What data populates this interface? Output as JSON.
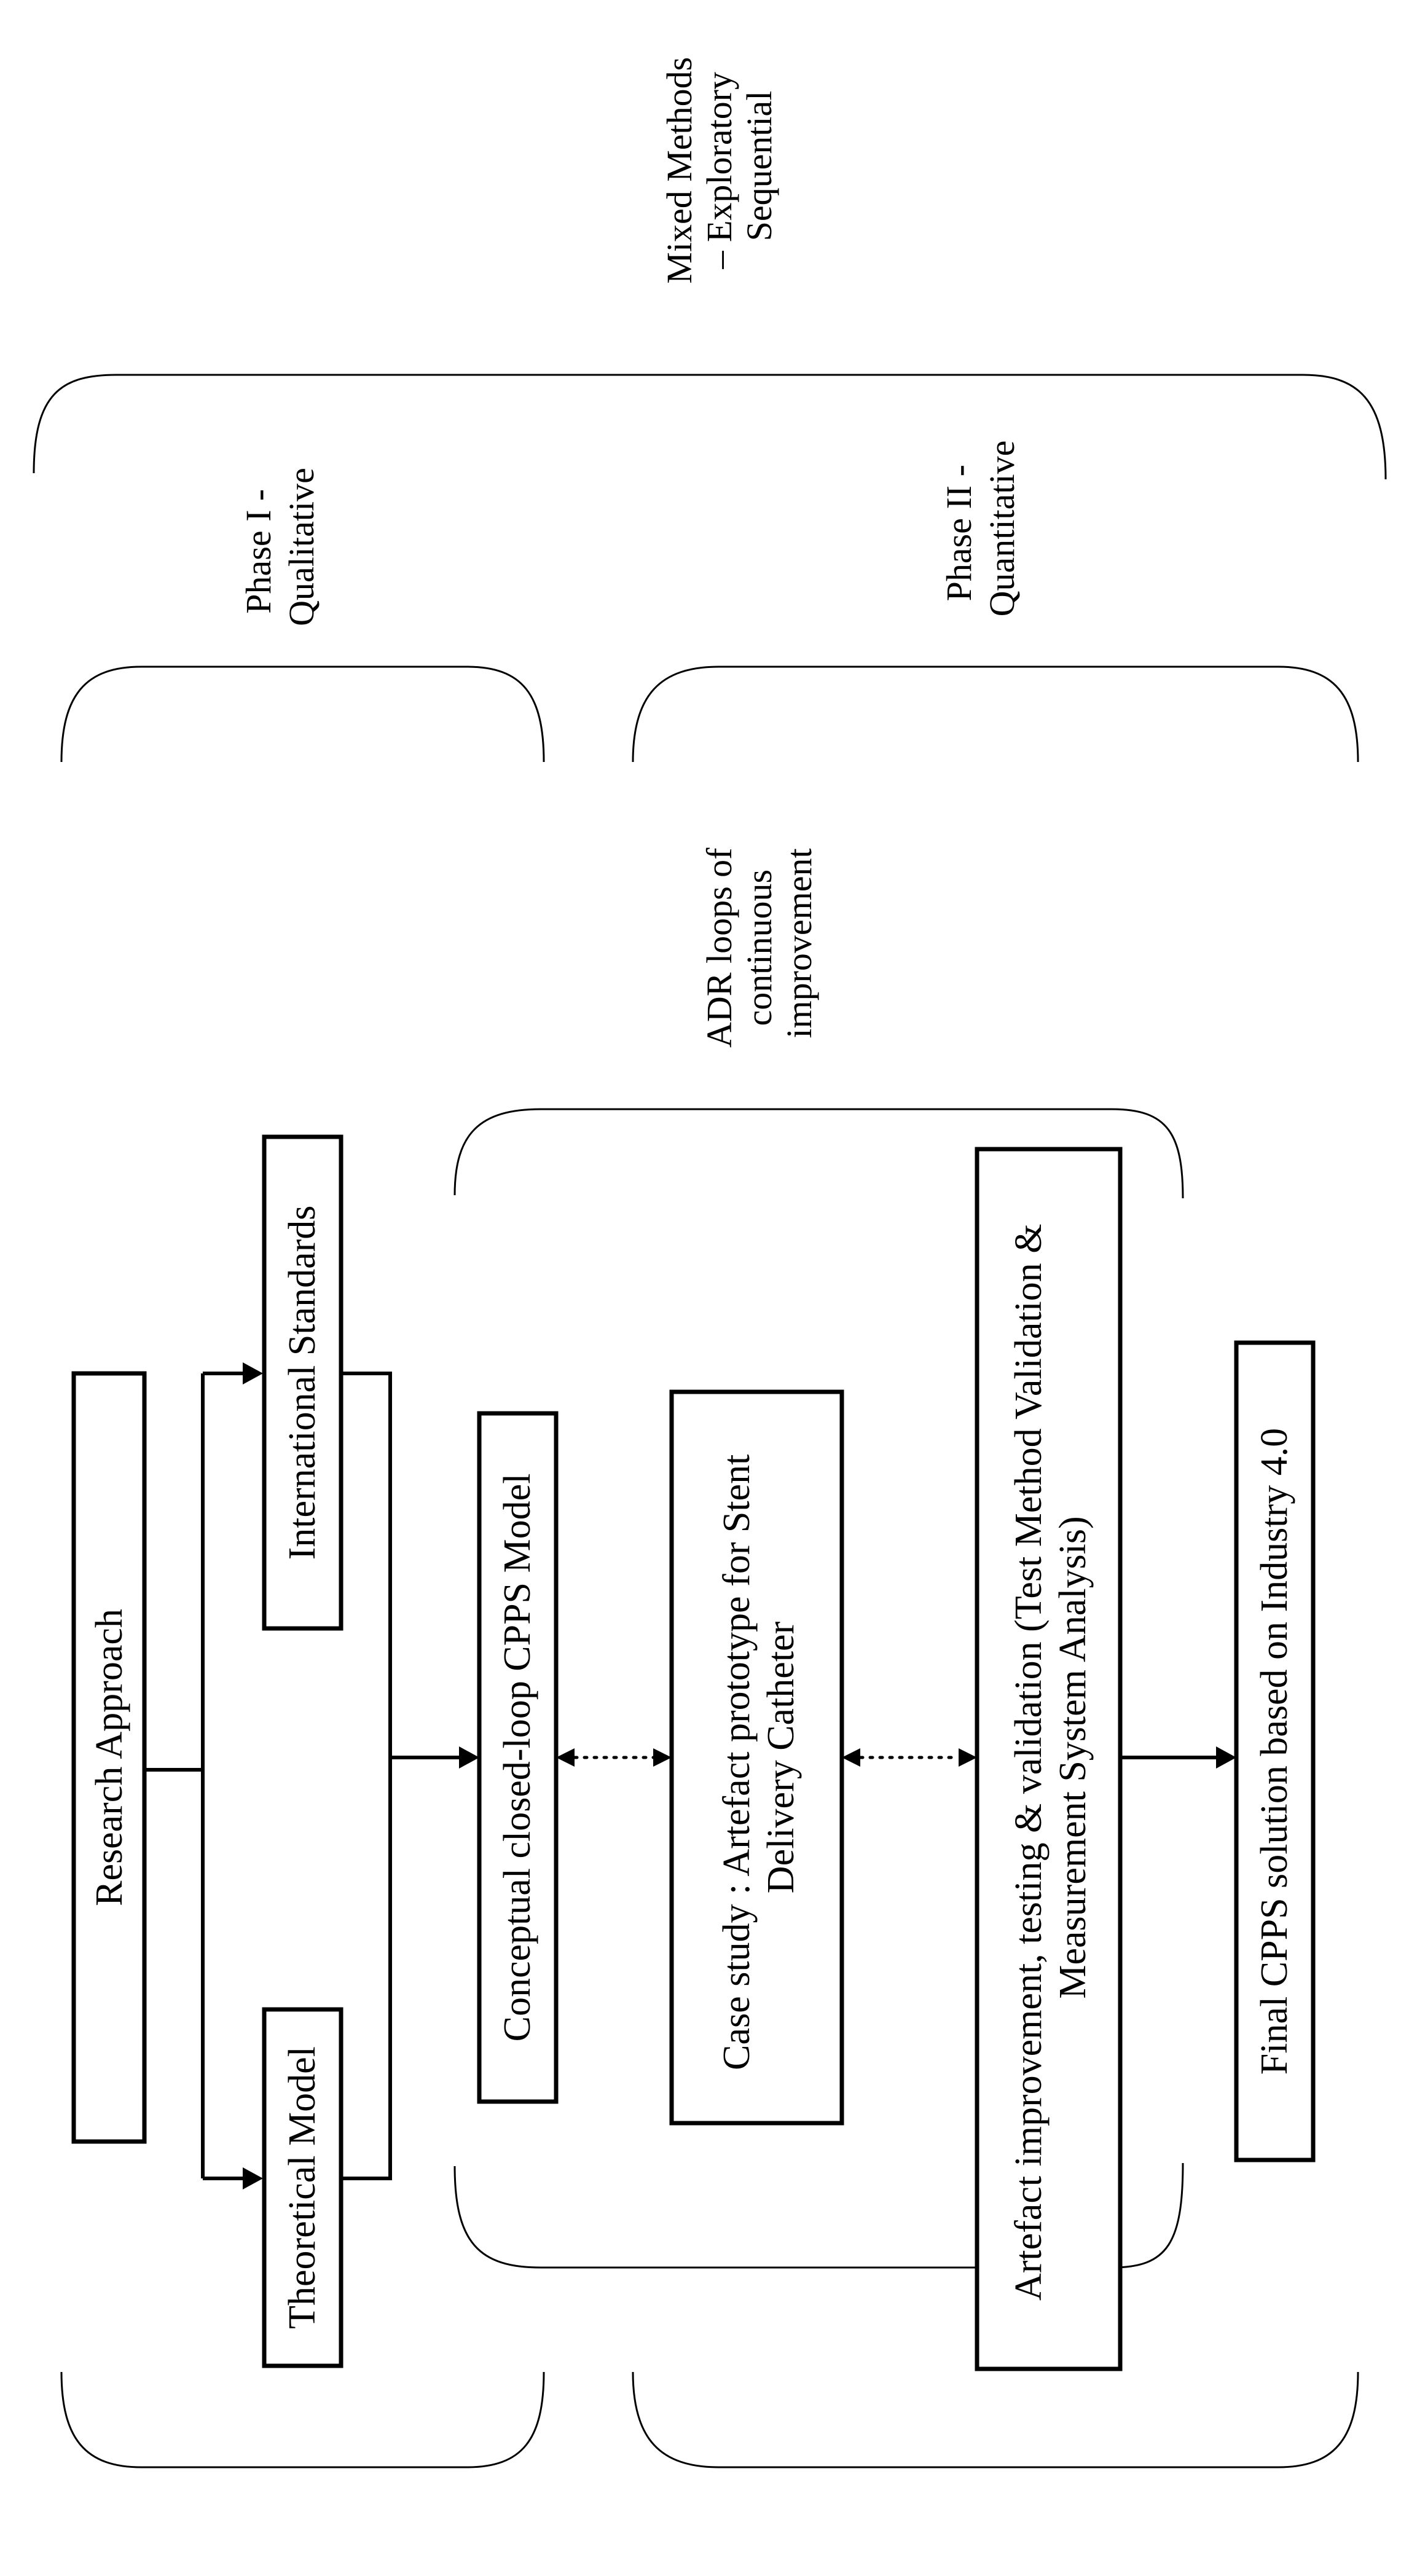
{
  "sections": {
    "mixed_methods": [
      "Mixed Methods",
      "– Exploratory",
      "Sequential"
    ],
    "phase1": [
      "Phase I -",
      "Qualitative"
    ],
    "phase2": [
      "Phase II -",
      "Quantitative"
    ],
    "adr": [
      "ADR loops of",
      "continuous",
      "improvement"
    ]
  },
  "boxes": {
    "research_approach": [
      "Research Approach"
    ],
    "theoretical_model": [
      "Theoretical Model"
    ],
    "international_standards": [
      "International Standards"
    ],
    "cpps_model": [
      "Conceptual closed-loop CPPS Model"
    ],
    "case_study": [
      "Case study : Artefact prototype for Stent",
      "Delivery Catheter"
    ],
    "artefact_improvement": [
      "Artefact improvement, testing & validation (Test Method Validation &",
      "Measurement System Analysis)"
    ],
    "final_solution": [
      "Final CPPS solution based on Industry 4.0"
    ]
  }
}
